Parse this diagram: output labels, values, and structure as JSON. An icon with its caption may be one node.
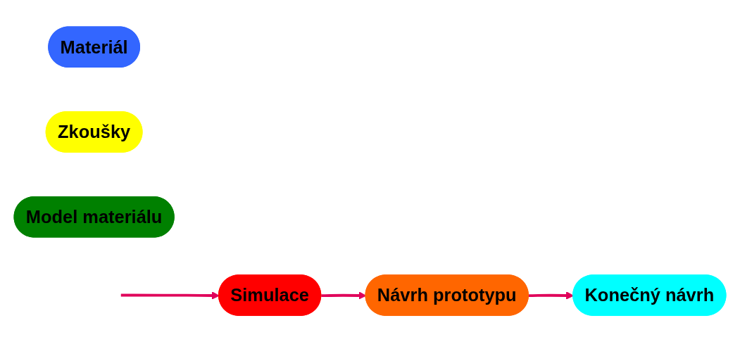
{
  "diagram": {
    "nodes": [
      {
        "text": [
          "Materiál"
        ]
      },
      {
        "text": [
          "Zkoušky"
        ]
      },
      {
        "text": [
          "Model materiálu"
        ]
      },
      {
        "text": [
          "Simulace"
        ]
      },
      {
        "text": [
          "Návrh prototypu"
        ]
      },
      {
        "text": [
          "Konečný návrh"
        ]
      }
    ],
    "edges": [
      {
        "from": null,
        "to": 3,
        "arrow": "to"
      },
      {
        "from": 3,
        "to": 4,
        "arrow": "to"
      },
      {
        "from": 4,
        "to": 5,
        "arrow": "to"
      }
    ]
  }
}
